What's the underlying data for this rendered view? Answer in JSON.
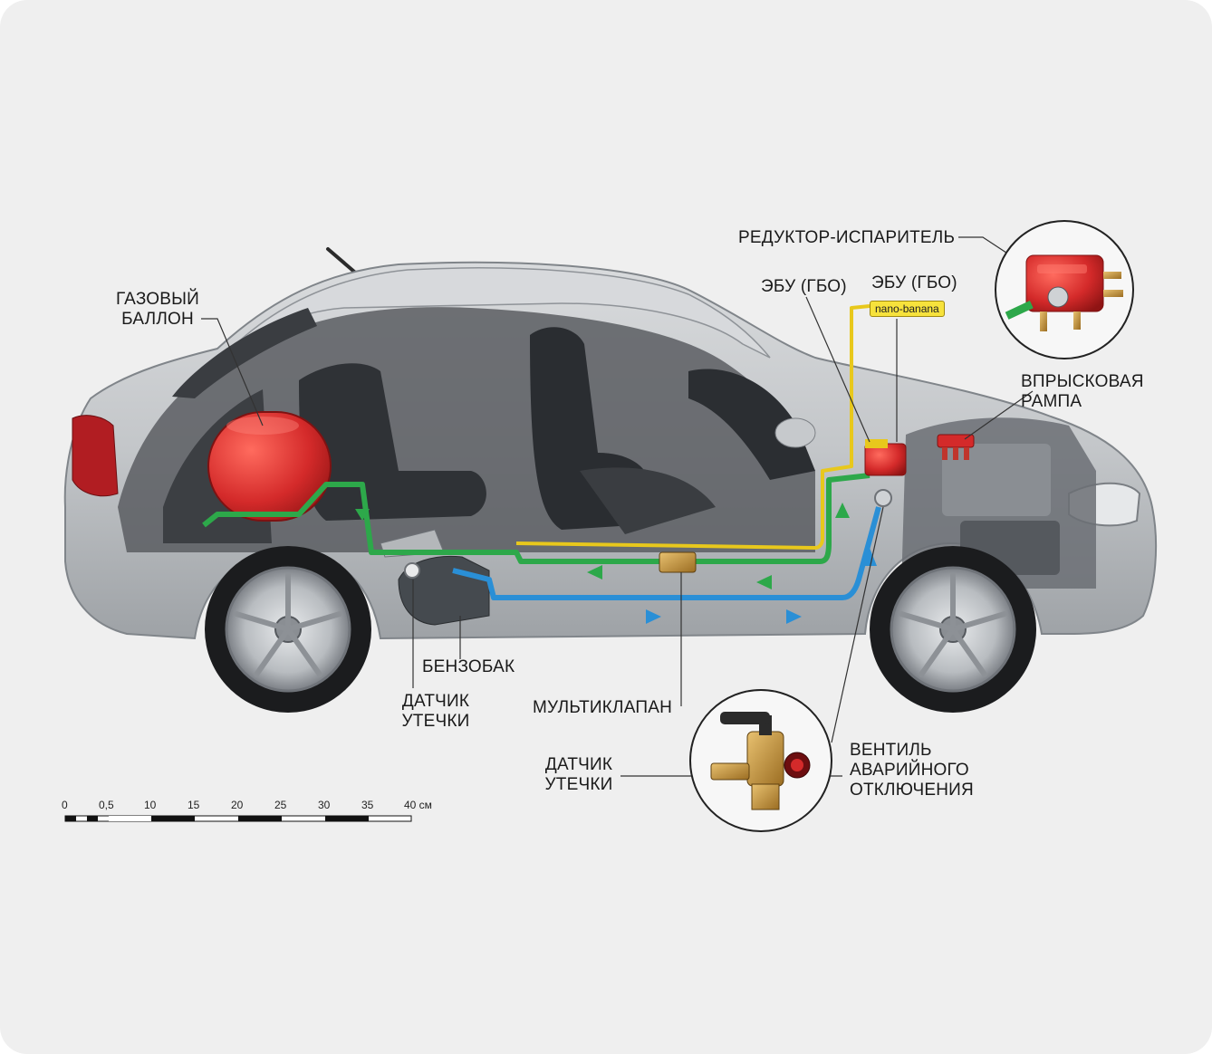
{
  "labels": {
    "gas_cylinder": "ГАЗОВЫЙ\nБАЛЛОН",
    "reducer": "РЕДУКТОР-ИСПАРИТЕЛЬ",
    "ecu_left": "ЭБУ (ГБО)",
    "ecu_right": "ЭБУ (ГБО)",
    "ecu_tag": "nano-banana",
    "injector_rail": "ВПРЫСКОВАЯ\nРАМПА",
    "fuel_tank": "БЕНЗОБАК",
    "leak_sensor_rear": "ДАТЧИК\nУТЕЧКИ",
    "multivalve": "МУЛЬТИКЛАПАН",
    "leak_sensor_valve": "ДАТЧИК\nУТЕЧКИ",
    "shutoff_valve": "ВЕНТИЛЬ\nАВАРИЙНОГО\nОТКЛЮЧЕНИЯ"
  },
  "scale": {
    "ticks": [
      "0",
      "0,5",
      "10",
      "15",
      "20",
      "25",
      "30",
      "35",
      "40 см"
    ]
  },
  "colors": {
    "gas_line": "#2da84a",
    "petrol_line": "#2a8fd6",
    "signal_line": "#e8c81c",
    "component_red": "#d42a2a",
    "car_body": "#c9cbcd"
  }
}
